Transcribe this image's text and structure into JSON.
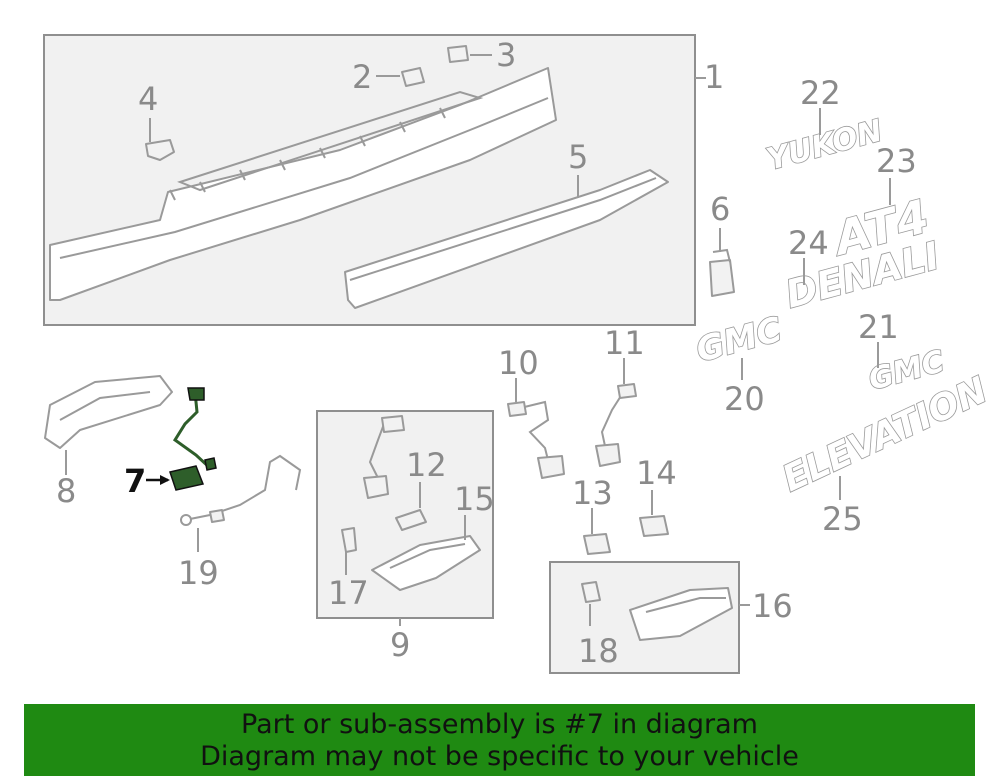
{
  "callouts": {
    "c1": "1",
    "c2": "2",
    "c3": "3",
    "c4": "4",
    "c5": "5",
    "c6": "6",
    "c7": "7",
    "c8": "8",
    "c9": "9",
    "c10": "10",
    "c11": "11",
    "c12": "12",
    "c13": "13",
    "c14": "14",
    "c15": "15",
    "c16": "16",
    "c17": "17",
    "c18": "18",
    "c19": "19",
    "c20": "20",
    "c21": "21",
    "c22": "22",
    "c23": "23",
    "c24": "24",
    "c25": "25"
  },
  "emblems": {
    "yukon": "YUKON",
    "at4": "AT4",
    "denali": "DENALI",
    "gmc_a": "GMC",
    "gmc_b": "GMC",
    "elevation": "ELEVATION"
  },
  "highlight_color": "#111111",
  "part_color": "#9a9a9a",
  "wire_color": "#2e5e2a",
  "banner": {
    "line1": "Part or sub-assembly is #7 in diagram",
    "line2": "Diagram may not be specific to your vehicle",
    "color": "#1f8a12"
  }
}
